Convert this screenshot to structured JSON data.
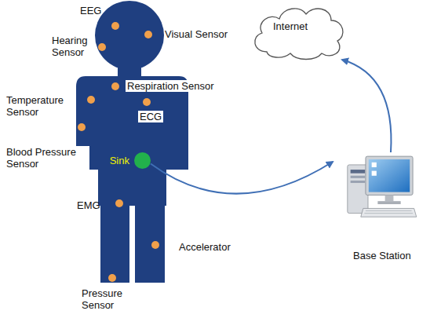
{
  "diagram": {
    "nodes": [
      {
        "text": [
          "Sink"
        ]
      },
      {
        "text": [
          "Base Station"
        ]
      },
      {
        "text": [
          "Internet"
        ]
      }
    ],
    "edges": [
      {
        "from": 0,
        "to": 1,
        "arrow": "to"
      },
      {
        "from": 1,
        "to": 2,
        "arrow": "to"
      }
    ],
    "labels": [
      "EEG",
      "Visual Sensor",
      "Hearing Sensor",
      "Respiration Sensor",
      "Temperature Sensor",
      "ECG",
      "Blood Pressure Sensor",
      "EMG",
      "Accelerator",
      "Pressure Sensor"
    ]
  }
}
